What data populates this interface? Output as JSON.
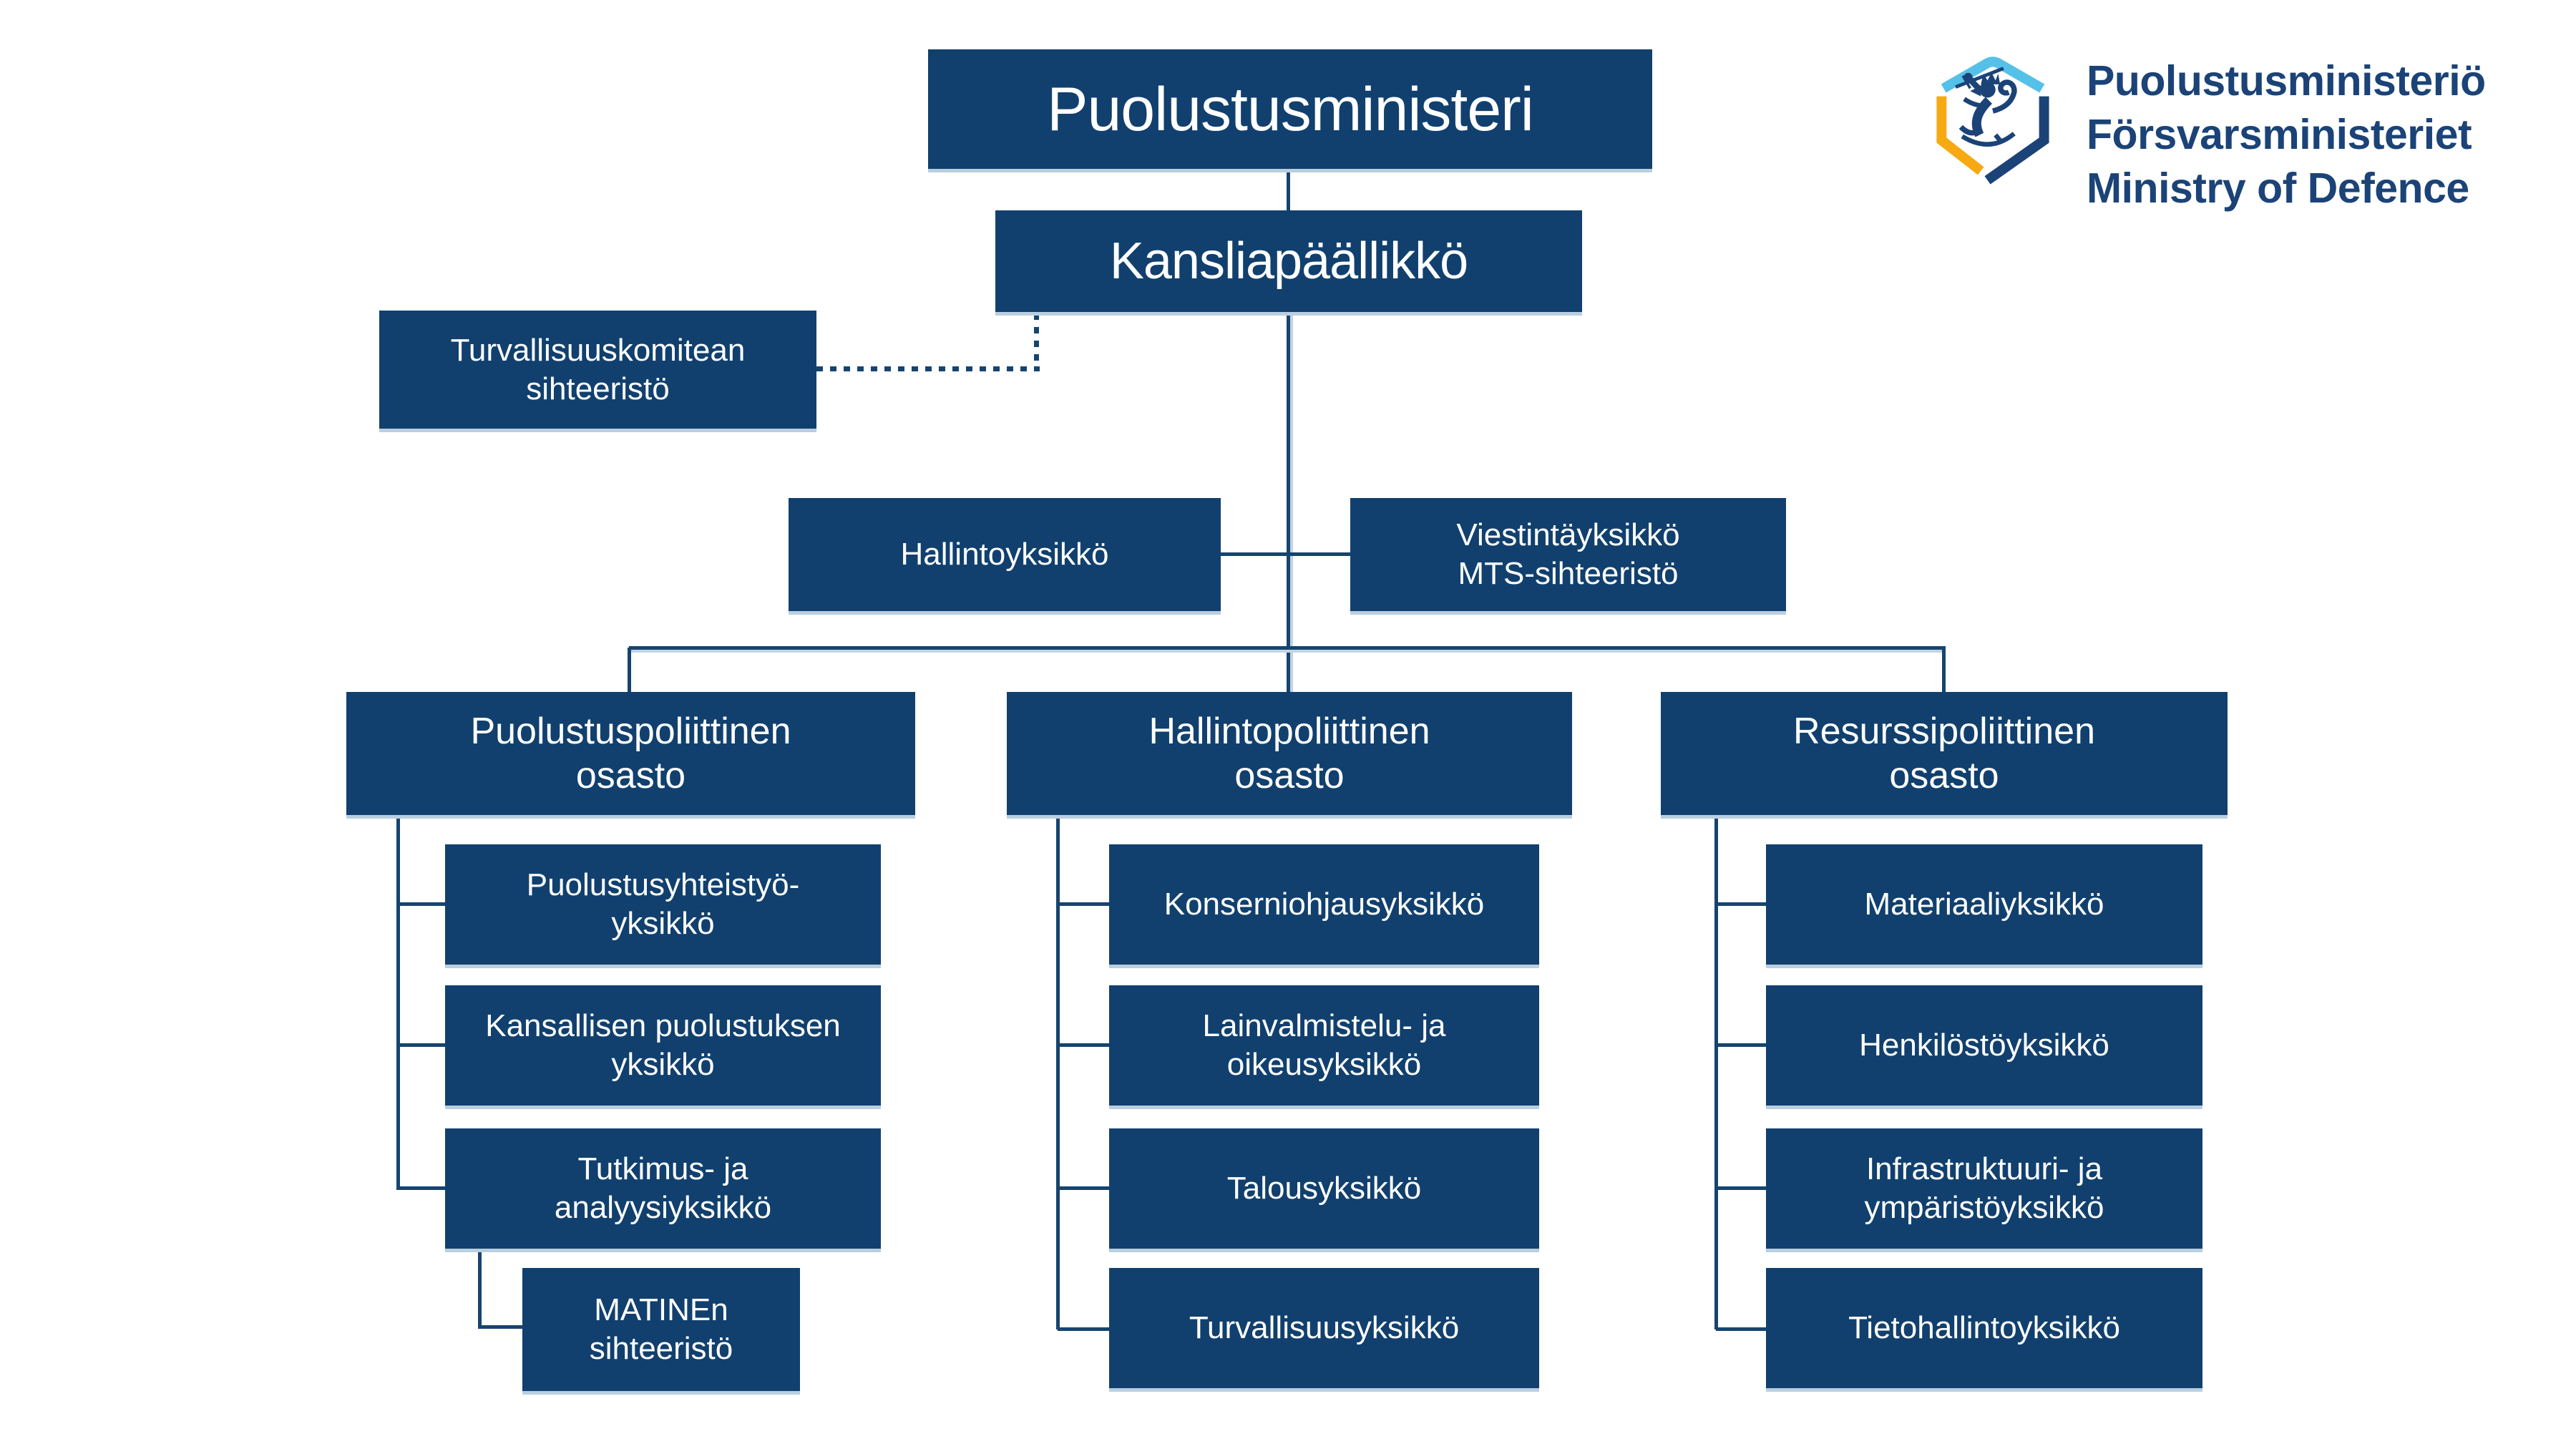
{
  "logo": {
    "line1": "Puolustusministeriö",
    "line2": "Försvarsministeriet",
    "line3": "Ministry of Defence",
    "emblem": "finnish-lion-shield"
  },
  "org": {
    "minister": {
      "label": "Puolustusministeri"
    },
    "permanent_secretary": {
      "label": "Kansliapäällikkö"
    },
    "security_committee": {
      "line1": "Turvallisuuskomitean",
      "line2": "sihteeristö"
    },
    "admin_unit": {
      "label": "Hallintoyksikkö"
    },
    "comms_unit": {
      "line1": "Viestintäyksikkö",
      "line2": "MTS-sihteeristö"
    },
    "departments": [
      {
        "line1": "Puolustuspoliittinen",
        "line2": "osasto",
        "units": [
          {
            "line1": "Puolustusyhteistyö-",
            "line2": "yksikkö"
          },
          {
            "line1": "Kansallisen puolustuksen",
            "line2": "yksikkö"
          },
          {
            "line1": "Tutkimus- ja",
            "line2": "analyysiyksikkö"
          }
        ],
        "sub_unit": {
          "line1": "MATINEn",
          "line2": "sihteeristö"
        }
      },
      {
        "line1": "Hallintopoliittinen",
        "line2": "osasto",
        "units": [
          {
            "line1": "Konserniohjausyksikkö"
          },
          {
            "line1": "Lainvalmistelu- ja",
            "line2": "oikeusyksikkö"
          },
          {
            "line1": "Talousyksikkö"
          },
          {
            "line1": "Turvallisuusyksikkö"
          }
        ]
      },
      {
        "line1": "Resurssipoliittinen",
        "line2": "osasto",
        "units": [
          {
            "line1": "Materiaaliyksikkö"
          },
          {
            "line1": "Henkilöstöyksikkö"
          },
          {
            "line1": "Infrastruktuuri- ja",
            "line2": "ympäristöyksikkö"
          },
          {
            "line1": "Tietohallintoyksikkö"
          }
        ]
      }
    ]
  },
  "colors": {
    "box_navy": "#11406E",
    "connector_navy": "#16446F",
    "box_text": "#FFFFFF",
    "box_bottom_edge": "#B9CFE0",
    "logo_navy": "#1B4377",
    "logo_light_blue": "#56C1E8",
    "logo_orange": "#F7A913",
    "background": "#FFFFFF"
  }
}
